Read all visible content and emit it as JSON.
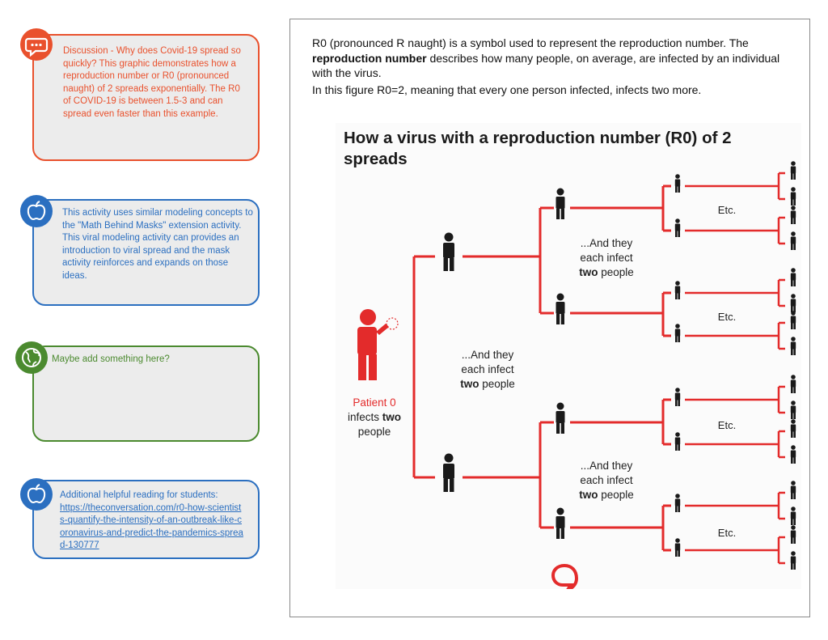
{
  "cards": {
    "discussion": {
      "text": "Discussion - Why does Covid-19 spread so quickly? This graphic demonstrates how a reproduction number or R0 (pronounced naught) of 2 spreads exponentially. The R0 of COVID-19 is between 1.5-3 and can spread even faster than this example.",
      "icon": "speech-bubble-icon",
      "color": "#e9512d"
    },
    "activity": {
      "text": "This activity uses similar modeling concepts to the \"Math Behind Masks\" extension activity. This viral modeling activity can provides an introduction to viral spread and the mask activity reinforces and expands on those ideas.",
      "icon": "apple-icon",
      "color": "#2b6fc0"
    },
    "placeholder": {
      "text": "Maybe add something here?",
      "icon": "globe-icon",
      "color": "#4b8a2f"
    },
    "reading": {
      "intro": "Additional helpful reading for students:",
      "link": "https://theconversation.com/r0-how-scientists-quantify-the-intensity-of-an-outbreak-like-coronavirus-and-predict-the-pandemics-spread-130777",
      "icon": "apple-icon",
      "color": "#2b6fc0"
    }
  },
  "description": {
    "line1_before": "R0 (pronounced R naught) is a symbol used to represent the reproduction number. The ",
    "line1_bold": "reproduction number",
    "line1_after": " describes how many people, on average, are infected by an individual with the virus.",
    "line2": "In this figure R0=2, meaning that every one person infected, infects two more."
  },
  "infographic": {
    "title": "How a virus with a reproduction number (R0) of 2 spreads",
    "patient_label_red": "Patient 0",
    "patient_label_pre": "infects ",
    "patient_label_bold": "two",
    "patient_label_post": "people",
    "gen1_caption_1": "...And they",
    "gen1_caption_2": "each infect",
    "gen1_caption_bold": "two",
    "gen1_caption_post": " people",
    "gen2_caption_1": "...And they",
    "gen2_caption_2": "each infect",
    "gen2_caption_bold": "two",
    "gen2_caption_post": " people",
    "etc_label": "Etc.",
    "line_color": "#e32b2b",
    "person_color": "#1a1a1a",
    "logo_icon": "quote-logo-icon"
  }
}
